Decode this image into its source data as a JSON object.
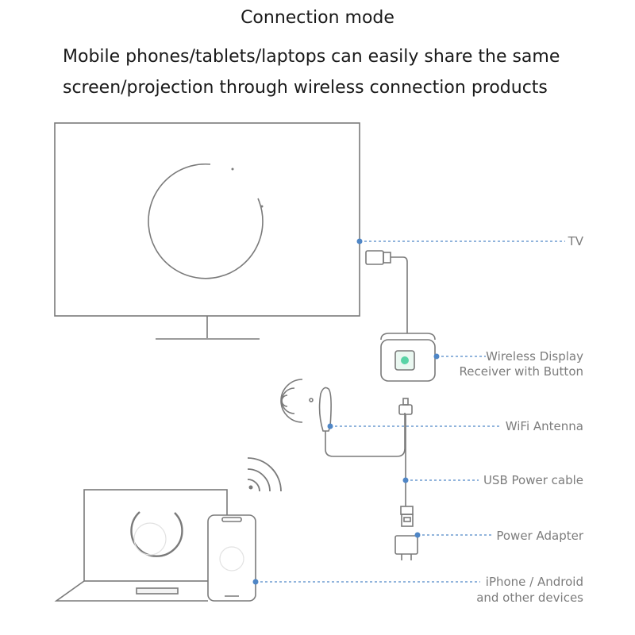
{
  "title": "Connection mode",
  "description": [
    "Mobile phones/tablets/laptops can easily share the same",
    "screen/projection through wireless connection products"
  ],
  "labels": {
    "tv": "TV",
    "receiver": [
      "Wireless Display",
      "Receiver with Button"
    ],
    "antenna": "WiFi Antenna",
    "usb_cable": "USB Power cable",
    "adapter": "Power Adapter",
    "devices": [
      "iPhone / Android",
      "and other devices"
    ]
  },
  "colors": {
    "line": "#7a7a7a",
    "callout": "#4f86c6",
    "label": "#7c7c7c",
    "receiver_button": "#59d3a6"
  },
  "icons": [
    "tv-icon",
    "hdmi-plug-icon",
    "receiver-icon",
    "wifi-antenna-icon",
    "usb-plug-icon",
    "power-adapter-icon",
    "laptop-icon",
    "phone-icon",
    "wifi-waves-icon"
  ]
}
